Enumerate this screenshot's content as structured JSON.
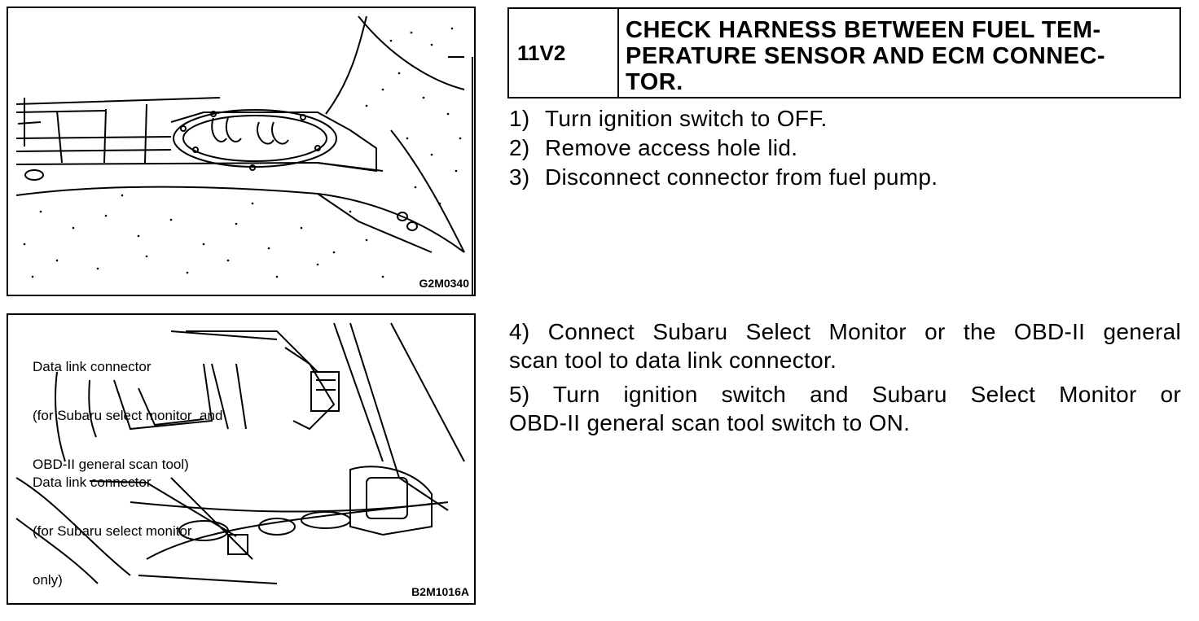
{
  "figure_top": {
    "code": "G2M0340"
  },
  "figure_bottom": {
    "code": "B2M1016A",
    "callout_1": [
      "Data link connector",
      "(for Subaru select monitor  and",
      "OBD-II general scan tool)"
    ],
    "callout_2": [
      "Data link connector",
      "(for Subaru select monitor",
      "only)"
    ]
  },
  "step_header": {
    "code": "11V2",
    "title_lines": [
      "CHECK HARNESS BETWEEN FUEL TEM-",
      "PERATURE SENSOR AND ECM CONNEC-",
      "TOR."
    ]
  },
  "steps": [
    {
      "num": "1)",
      "text": "Turn ignition switch to OFF."
    },
    {
      "num": "2)",
      "text": "Remove access hole lid."
    },
    {
      "num": "3)",
      "text": "Disconnect connector from fuel pump."
    }
  ],
  "step_4": [
    "4) Connect Subaru Select Monitor or the OBD-II general",
    "scan tool to data link connector."
  ],
  "step_5": [
    "5) Turn ignition switch and Subaru Select Monitor or",
    "OBD-II general scan tool switch to ON."
  ]
}
